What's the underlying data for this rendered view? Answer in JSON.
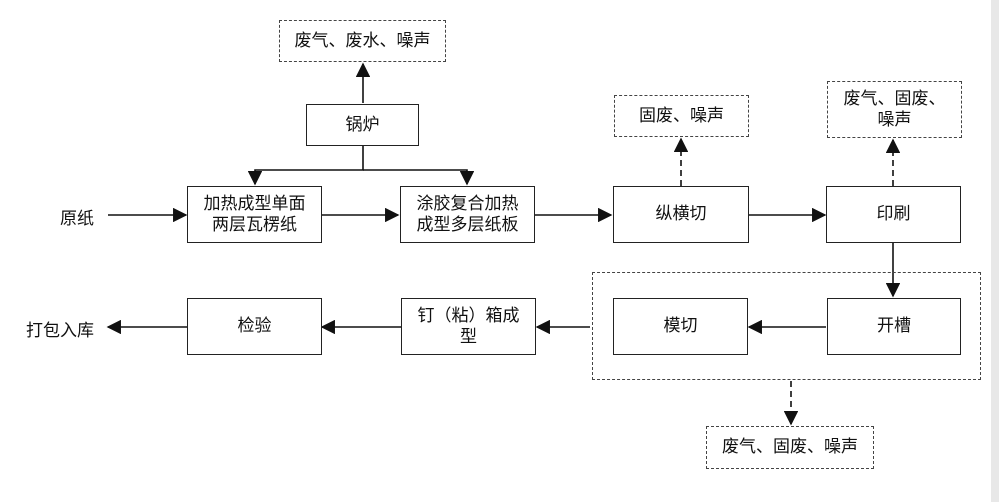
{
  "nodes": {
    "boiler": "锅炉",
    "corrugate": "加热成型单面\n两层瓦楞纸",
    "laminate": "涂胶复合加热\n成型多层纸板",
    "slit": "纵横切",
    "print": "印刷",
    "slot": "开槽",
    "diecut": "模切",
    "box": "钉（粘）箱成\n型",
    "inspect": "检验"
  },
  "emissions": {
    "boiler": "废气、废水、噪声",
    "slit": "固废、噪声",
    "print": "废气、固废、\n噪声",
    "diecut_group": "废气、固废、噪声"
  },
  "terminals": {
    "input": "原纸",
    "output": "打包入库"
  }
}
